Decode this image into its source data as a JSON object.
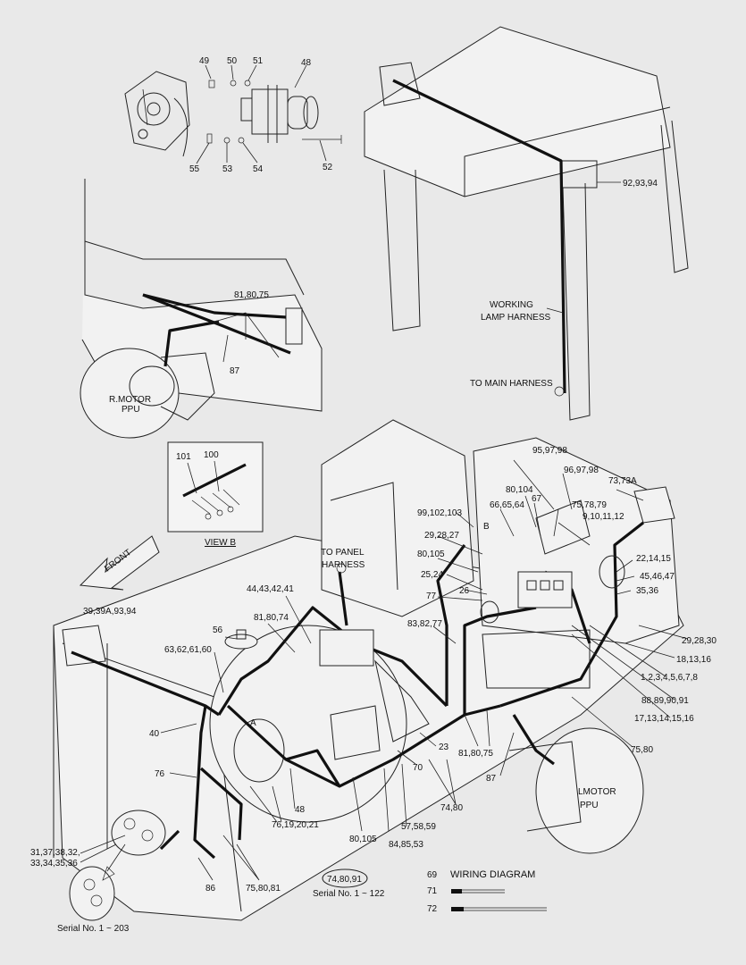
{
  "callouts": {
    "c49": "49",
    "c50": "50",
    "c51": "51",
    "c48": "48",
    "c55": "55",
    "c53": "53",
    "c54": "54",
    "c52": "52",
    "c92": "92,93,94",
    "c81a": "81,80,75",
    "c87a": "87",
    "c101": "101",
    "c100": "100",
    "c95": "95,97,98",
    "c96": "96,97,98",
    "c73": "73,73A",
    "c80_104": "80,104",
    "c67": "67",
    "c66": "66,65,64",
    "c75_78": "75,78,79",
    "c9_12": "9,10,11,12",
    "c99": "99,102,103",
    "c29_27": "29,28,27",
    "c22": "22,14,15",
    "c45": "45,46,47",
    "c35": "35,36",
    "c80_105": "80,105",
    "c25": "25,24",
    "c26": "26",
    "c77": "77",
    "c44": "44,43,42,41",
    "c81_74": "81,80,74",
    "c83": "83,82,77",
    "c39": "39,39A,93,94",
    "c56": "56",
    "c63": "63,62,61,60",
    "c29_30": "29,28,30",
    "c18": "18,13,16",
    "c1_8": "1,2,3,4,5,6,7,8",
    "c88": "88,89,90,91",
    "c17": "17,13,14,15,16",
    "c40": "40",
    "c23": "23",
    "c81_75b": "81,80,75",
    "c75_80": "75,80",
    "c76": "76",
    "c48b": "48",
    "c70": "70",
    "c87b": "87",
    "c76_19": "76,19,20,21",
    "c57": "57,58,59",
    "c74_80": "74,80",
    "c80_105b": "80,105",
    "c84": "84,85,53",
    "c31a": "31,37,38,32,",
    "c31b": "33,34,35,36",
    "c86": "86",
    "c75_81": "75,80,81",
    "c74_91": "74,80,91",
    "c69": "69",
    "c71": "71",
    "c72": "72"
  },
  "labels": {
    "working_lamp_1": "WORKING",
    "working_lamp_2": "LAMP HARNESS",
    "to_main": "TO MAIN HARNESS",
    "rmotor_1": "R.MOTOR",
    "rmotor_2": "PPU",
    "lmotor_1": "LMOTOR",
    "lmotor_2": "PPU",
    "view_b": "VIEW  B",
    "front": "FRONT",
    "to_panel_1": "TO PANEL",
    "to_panel_2": "HARNESS",
    "wiring_diagram": "WIRING DIAGRAM",
    "serial_122": "Serial No. 1 ~ 122",
    "serial_203": "Serial No. 1 ~ 203",
    "view_a": "A",
    "view_b_mark": "B"
  }
}
